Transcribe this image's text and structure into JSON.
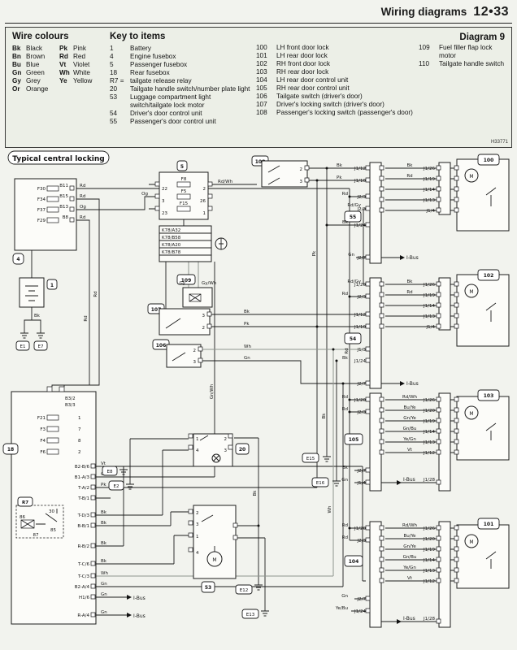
{
  "header": {
    "title": "Wiring diagrams",
    "page_num": "12•33"
  },
  "key": {
    "wire_colours_title": "Wire colours",
    "items_title": "Key to items",
    "diagram_label": "Diagram 9",
    "ref_code": "H33771",
    "wire_colours": [
      [
        "Bk",
        "Black",
        "Pk",
        "Pink"
      ],
      [
        "Bn",
        "Brown",
        "Rd",
        "Red"
      ],
      [
        "Bu",
        "Blue",
        "Vt",
        "Violet"
      ],
      [
        "Gn",
        "Green",
        "Wh",
        "White"
      ],
      [
        "Gy",
        "Grey",
        "Ye",
        "Yellow"
      ],
      [
        "Or",
        "Orange",
        "",
        ""
      ]
    ],
    "items_col1": [
      {
        "num": "1",
        "label": "Battery"
      },
      {
        "num": "4",
        "label": "Engine fusebox"
      },
      {
        "num": "5",
        "label": "Passenger fusebox"
      },
      {
        "num": "18",
        "label": "Rear fusebox"
      },
      {
        "num": "R7 =",
        "label": "tailgate release relay"
      },
      {
        "num": "20",
        "label": "Tailgate handle switch/number plate light"
      },
      {
        "num": "53",
        "label": "Luggage compartment light switch/tailgate lock motor"
      },
      {
        "num": "54",
        "label": "Driver's door control unit"
      },
      {
        "num": "55",
        "label": "Passenger's door control unit"
      }
    ],
    "items_col2": [
      {
        "num": "100",
        "label": "LH front door lock"
      },
      {
        "num": "101",
        "label": "LH rear door lock"
      },
      {
        "num": "102",
        "label": "RH front door lock"
      },
      {
        "num": "103",
        "label": "RH rear door lock"
      },
      {
        "num": "104",
        "label": "LH rear door control unit"
      },
      {
        "num": "105",
        "label": "RH rear door control unit"
      },
      {
        "num": "106",
        "label": "Tailgate switch (driver's door)"
      },
      {
        "num": "107",
        "label": "Driver's locking switch (driver's door)"
      },
      {
        "num": "108",
        "label": "Passenger's locking switch (passenger's door)"
      }
    ],
    "items_col3": [
      {
        "num": "109",
        "label": "Fuel filler flap lock motor"
      },
      {
        "num": "110",
        "label": "Tailgate handle switch"
      }
    ]
  },
  "diagram": {
    "title": "Typical central locking",
    "motor": "M",
    "ibus": "I-Bus",
    "battery_wire": "Bk",
    "tags": {
      "battery": "1",
      "box4": "4",
      "box5": "5",
      "box18": "18",
      "box20": "20",
      "box53": "53",
      "s106": "106",
      "s107": "107",
      "s108": "108",
      "m109": "109",
      "r7": "R7"
    },
    "grounds": [
      "E1",
      "E7",
      "E8",
      "E2",
      "E12",
      "E13",
      "E15",
      "E16"
    ],
    "box4": {
      "fuses": [
        "F30",
        "F34",
        "F37",
        "F29"
      ],
      "pins": [
        "B11",
        "B15",
        "B13",
        "B8"
      ],
      "wires": [
        "Rd",
        "Rd",
        "Og",
        "Rd"
      ]
    },
    "box5": {
      "fuses": [
        "F8",
        "F5",
        "F15"
      ],
      "lpins": [
        "22",
        "3",
        "23"
      ],
      "rpins": [
        "2",
        "26",
        "1"
      ],
      "wires": [
        "Rd/Wh",
        "Og"
      ]
    },
    "kbox": [
      "K78/A32",
      "K78/B58",
      "K78/A20",
      "K78/B78"
    ],
    "m109": {
      "wires": [
        "Gy",
        "Gy/Wh"
      ]
    },
    "s107": {
      "pins": [
        "3",
        "2"
      ]
    },
    "s106": {
      "pins": [
        "2",
        "3"
      ]
    },
    "s108": {
      "pins": [
        "2",
        "3"
      ]
    },
    "box18": {
      "top_pins": [
        "B3/2",
        "B3/3"
      ],
      "fuses": [
        "F21",
        "F3",
        "F4",
        "F6"
      ],
      "fuse_pins": [
        "1",
        "7",
        "8",
        "2"
      ],
      "rows": [
        {
          "pin": "B2-B/6",
          "wire": "Vt"
        },
        {
          "pin": "B1-A/3",
          "wire": "Gn/Wh"
        },
        {
          "pin": "T-A/2",
          "wire": "Pk"
        },
        {
          "pin": "T-B/1",
          "wire": ""
        },
        {
          "pin": "T-D/3",
          "wire": "Bk"
        },
        {
          "pin": "B-B/1",
          "wire": "Bk"
        },
        {
          "pin": "R-B/2",
          "wire": "Bk"
        },
        {
          "pin": "T-C/6",
          "wire": "Bk"
        },
        {
          "pin": "T-C/3",
          "wire": "Wh"
        },
        {
          "pin": "B2-A/4",
          "wire": "Gn"
        },
        {
          "pin": "H1/6",
          "wire": "Gn"
        },
        {
          "pin": "R-A/4",
          "wire": "Gn"
        }
      ]
    },
    "r7_pins": [
      "30",
      "86",
      "85",
      "87"
    ],
    "box20": {
      "pins": [
        "1",
        "4",
        "2",
        "3"
      ]
    },
    "box53": {
      "pins": [
        "2",
        "3",
        "1",
        "4"
      ]
    },
    "groups": {
      "a": {
        "unit": "55",
        "lock": "100",
        "lpins": [
          "J1/12",
          "J1/10",
          "J2/3",
          "J2/3",
          "J1/24",
          "J2/7"
        ],
        "lwires": [
          "Bk",
          "Pk",
          "Rd",
          "Rd/Gy",
          "Bk",
          "Gn"
        ],
        "mid": [
          "Bk",
          "Rd"
        ],
        "rpins": [
          "J1/26",
          "J1/19",
          "J1/14",
          "J1/13",
          "J1/4"
        ]
      },
      "b": {
        "unit": "54",
        "lock": "102",
        "lpins": [
          "J1/20",
          "J2/3",
          "J1/12",
          "J1/10",
          "J1/3",
          "J1/24",
          "J2/7"
        ],
        "lwires": [
          "Rd/Gy",
          "Rd",
          "Bk",
          "Pk",
          "Wh",
          "Bk",
          "Gn"
        ],
        "mid": [
          "Bk",
          "Rd"
        ],
        "rpins": [
          "J1/26",
          "J1/19",
          "J1/14",
          "J1/13",
          "J1/4"
        ]
      },
      "c": {
        "unit": "105",
        "lock": "103",
        "lpins": [
          "J1/20",
          "J2/3",
          "J2/7",
          "J1/4"
        ],
        "lwires": [
          "Rd",
          "Rd",
          "Bk",
          "Gn"
        ],
        "mid": [
          "Rd/Wh",
          "Bu/Ye",
          "Gn/Ye",
          "Gn/Bu",
          "Ye/Gn",
          "Vt"
        ],
        "rpins": [
          "J1/26",
          "J1/20",
          "J1/19",
          "J1/14",
          "J1/13",
          "J1/12"
        ],
        "bpin": "J1/28"
      },
      "d": {
        "unit": "104",
        "lock": "101",
        "lpins": [
          "J1/20",
          "J2/3",
          "J2/7",
          "J1/24"
        ],
        "lwires": [
          "Rd",
          "Rd",
          "Gn",
          "Ye/Bu"
        ],
        "mid": [
          "Rd/Wh",
          "Bu/Ye",
          "Gn/Ye",
          "Gn/Bu",
          "Ye/Gn",
          "Vt"
        ],
        "rpins": [
          "J1/26",
          "J1/20",
          "J1/19",
          "J1/14",
          "J1/13",
          "J1/12"
        ],
        "bpin": "J1/28"
      }
    },
    "vlabels": [
      "Rd",
      "Pk",
      "Bk",
      "Wh",
      "Gn/Wh",
      "Bk",
      "Rd",
      "Rd"
    ]
  }
}
